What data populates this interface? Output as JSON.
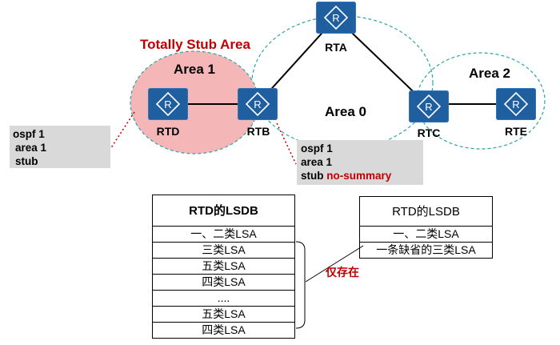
{
  "title": "Totally Stub Area",
  "areas": {
    "area1": "Area 1",
    "area0": "Area 0",
    "area2": "Area 2"
  },
  "routers": [
    {
      "name": "RTA",
      "icon": "router-icon"
    },
    {
      "name": "RTB",
      "icon": "router-icon"
    },
    {
      "name": "RTC",
      "icon": "router-icon"
    },
    {
      "name": "RTD",
      "icon": "router-icon"
    },
    {
      "name": "RTE",
      "icon": "router-icon"
    }
  ],
  "config_rtd": {
    "line1": "ospf 1",
    "line2": "area 1",
    "line3": "stub"
  },
  "config_rtb": {
    "line1": "ospf 1",
    "line2": "area 1",
    "line3_black": "stub",
    "line3_red": "no-summary"
  },
  "lsdb_left": {
    "header": "RTD的LSDB",
    "rows": [
      "一、二类LSA",
      "三类LSA",
      "五类LSA",
      "四类LSA",
      "....",
      "五类LSA",
      "四类LSA"
    ]
  },
  "lsdb_right": {
    "header": "RTD的LSDB",
    "rows": [
      "一、二类LSA",
      "一条缺省的三类LSA"
    ]
  },
  "note": "仅存在",
  "colors": {
    "router": "#1f5fa0",
    "area_ellipse": "#2fa3a3",
    "stub_fill": "#f4b6b6",
    "highlight": "#c00000",
    "config_bg": "#d9d9d9"
  }
}
